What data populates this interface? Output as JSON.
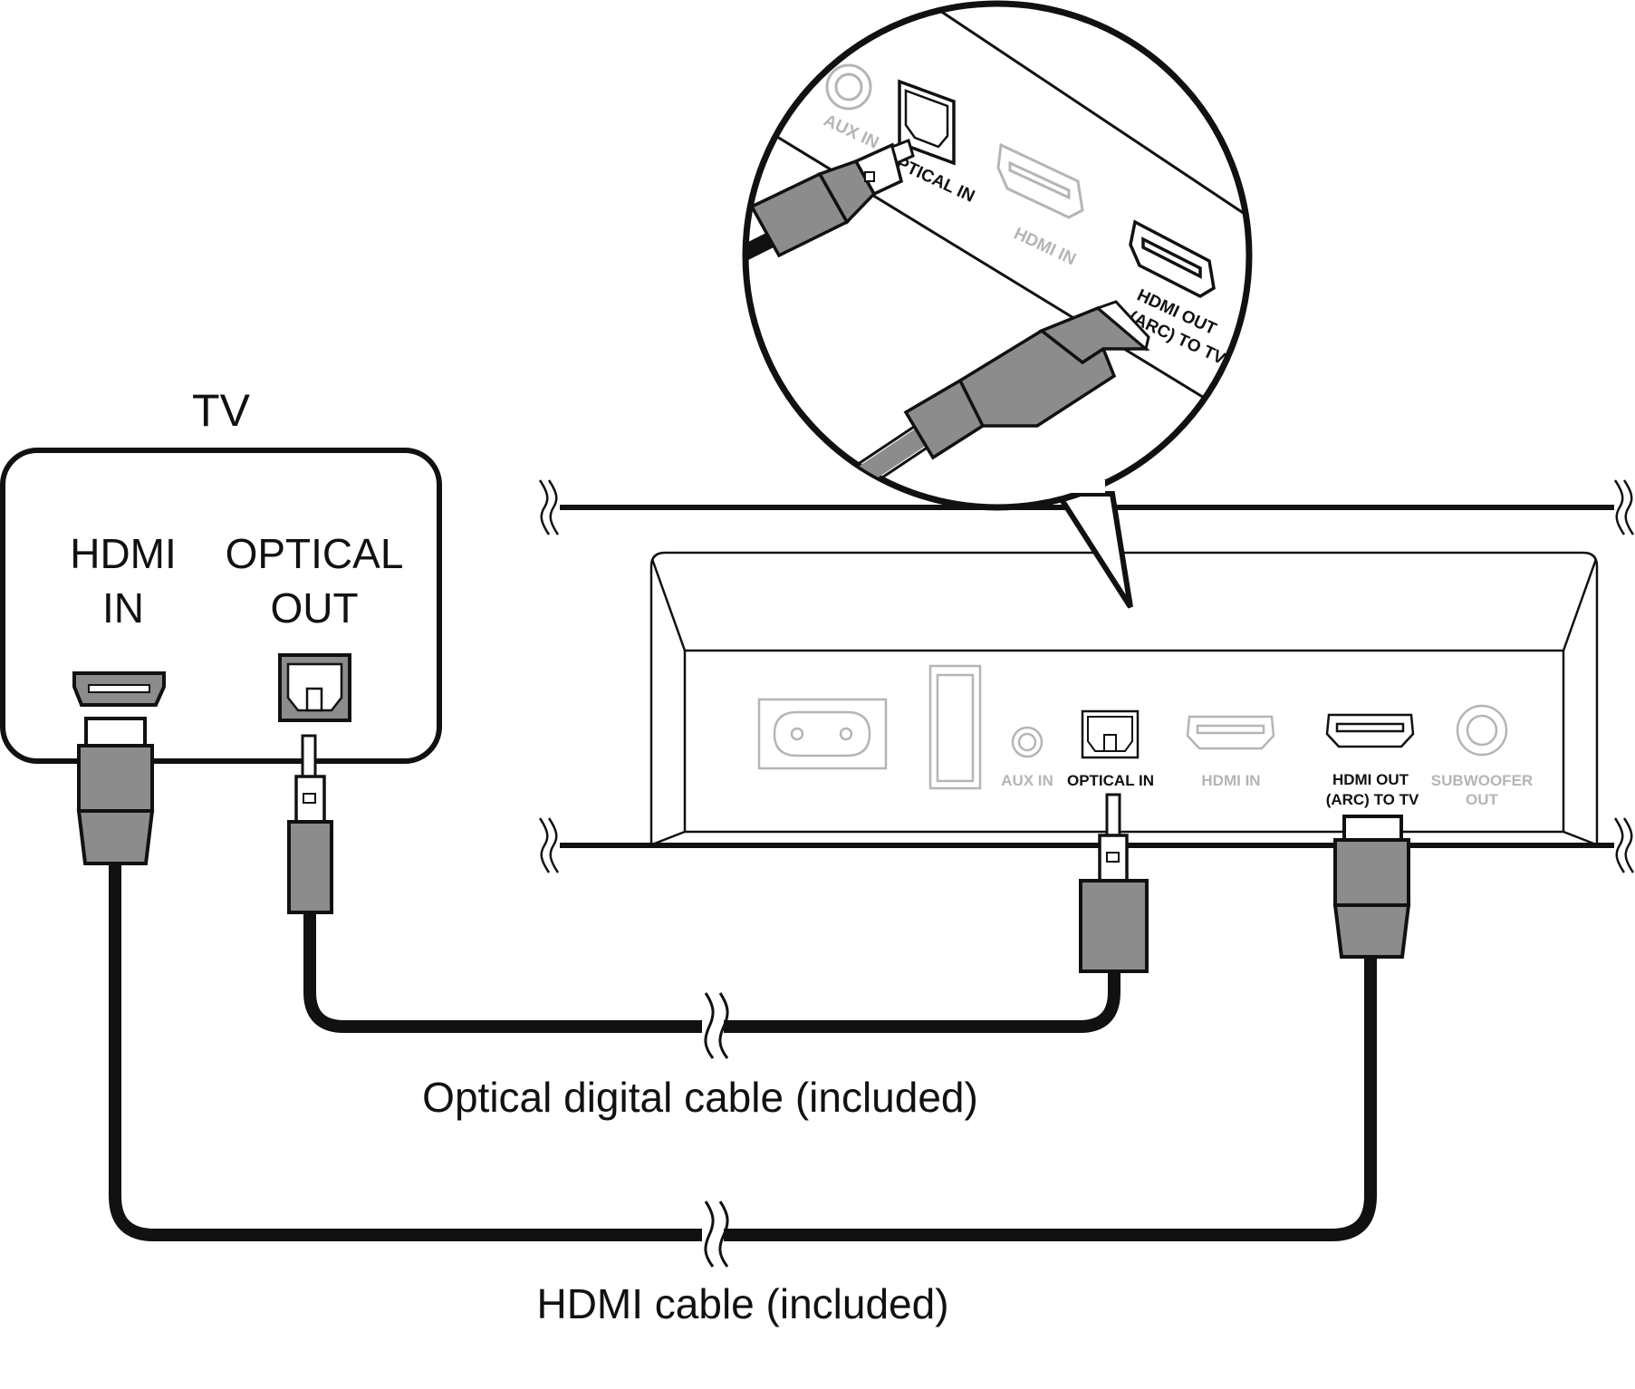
{
  "tv": {
    "title": "TV",
    "hdmi_port": [
      "HDMI",
      "IN"
    ],
    "optical_port": [
      "OPTICAL",
      "OUT"
    ]
  },
  "soundbar": {
    "ports": {
      "aux_in": "AUX IN",
      "optical_in": "OPTICAL IN",
      "hdmi_in": "HDMI IN",
      "hdmi_out": [
        "HDMI OUT",
        "(ARC) TO TV"
      ],
      "subwoofer_out": [
        "SUBWOOFER",
        "OUT"
      ]
    }
  },
  "zoom": {
    "aux_in": "AUX IN",
    "optical_in": "OPTICAL IN",
    "hdmi_in": "HDMI IN",
    "hdmi_out": [
      "HDMI OUT",
      "(ARC) TO TV"
    ]
  },
  "cables": {
    "optical": "Optical digital cable (included)",
    "hdmi": "HDMI cable (included)"
  },
  "colors": {
    "plug_fill": "#8c8c8c",
    "stroke": "#111111",
    "dim": "#b5b5b5"
  }
}
